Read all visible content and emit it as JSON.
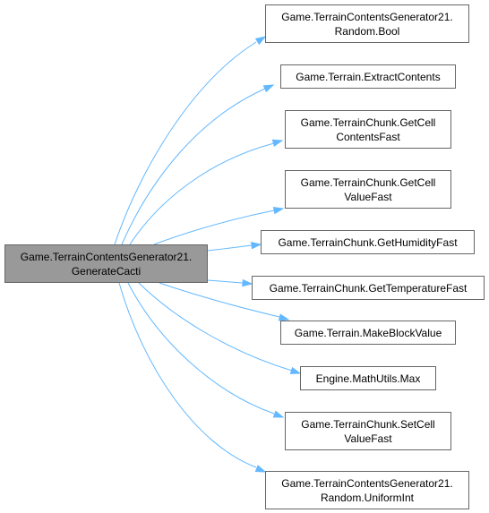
{
  "colors": {
    "edge": "#63b8ff",
    "border": "#666666",
    "root_fill": "#999999",
    "node_fill": "#ffffff"
  },
  "root": {
    "id": "root",
    "lines": [
      "Game.TerrainContentsGenerator21.",
      "GenerateCacti"
    ]
  },
  "callees": [
    {
      "id": "bool",
      "lines": [
        "Game.TerrainContentsGenerator21.",
        "Random.Bool"
      ]
    },
    {
      "id": "extract",
      "lines": [
        "Game.Terrain.ExtractContents"
      ]
    },
    {
      "id": "getcellcontents",
      "lines": [
        "Game.TerrainChunk.GetCell",
        "ContentsFast"
      ]
    },
    {
      "id": "getcellvalue",
      "lines": [
        "Game.TerrainChunk.GetCell",
        "ValueFast"
      ]
    },
    {
      "id": "humidity",
      "lines": [
        "Game.TerrainChunk.GetHumidityFast"
      ]
    },
    {
      "id": "temperature",
      "lines": [
        "Game.TerrainChunk.GetTemperatureFast"
      ]
    },
    {
      "id": "makeblock",
      "lines": [
        "Game.Terrain.MakeBlockValue"
      ]
    },
    {
      "id": "max",
      "lines": [
        "Engine.MathUtils.Max"
      ]
    },
    {
      "id": "setcellvalue",
      "lines": [
        "Game.TerrainChunk.SetCell",
        "ValueFast"
      ]
    },
    {
      "id": "uniformint",
      "lines": [
        "Game.TerrainContentsGenerator21.",
        "Random.UniformInt"
      ]
    }
  ]
}
